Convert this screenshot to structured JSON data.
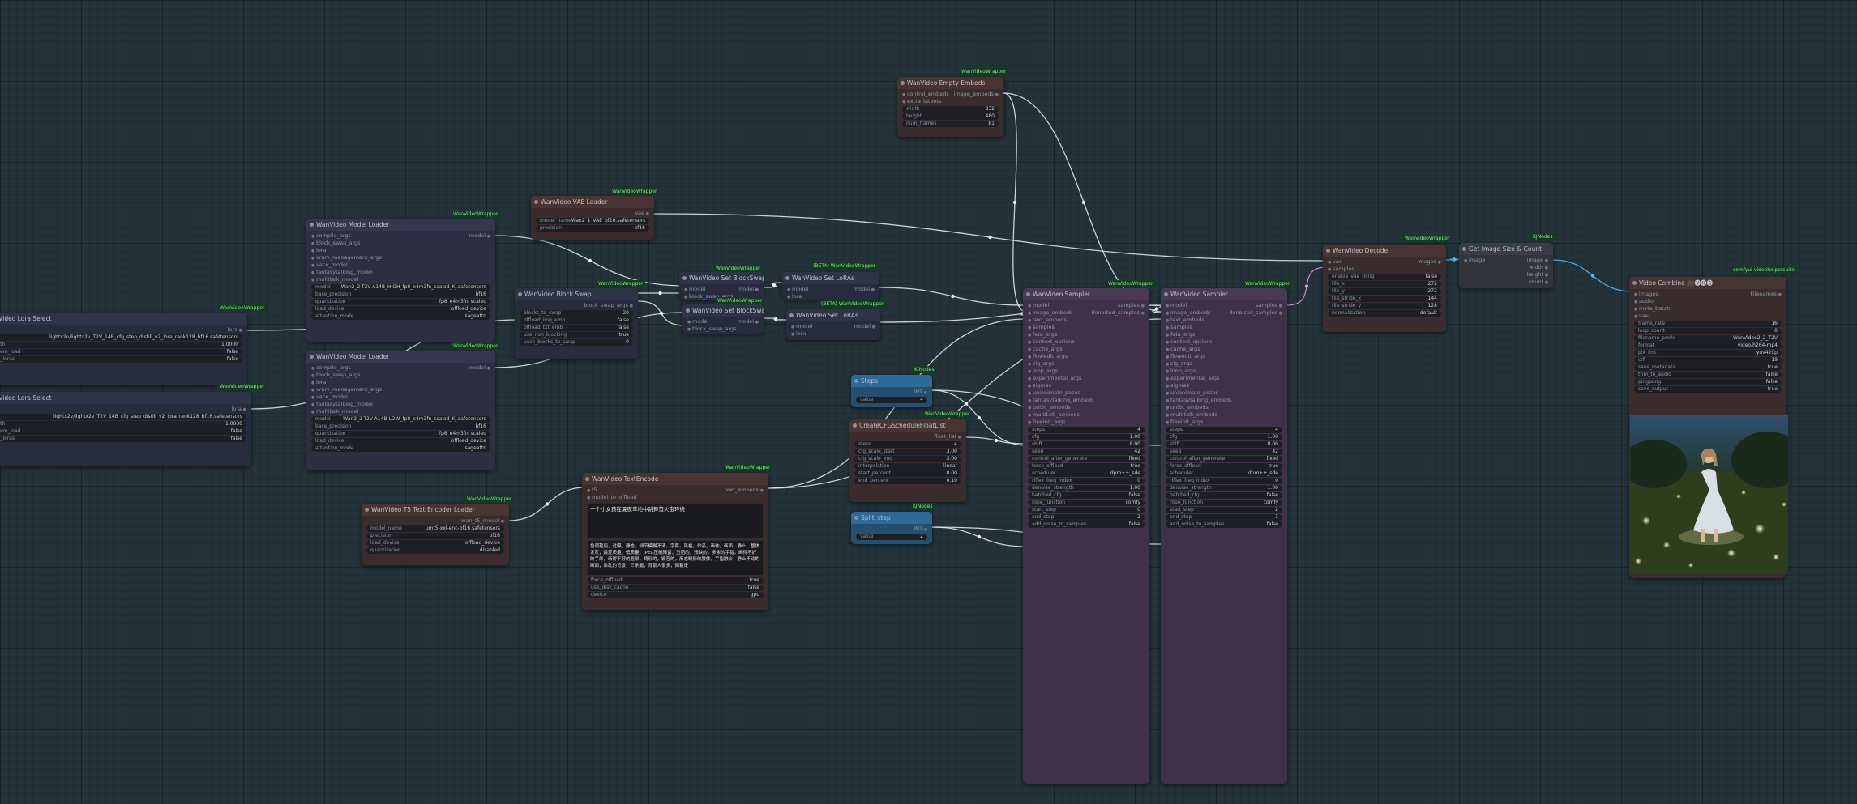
{
  "nodes": [
    {
      "key": "lora_a",
      "title": "WanVideo Lora Select",
      "tag": "WanVideoWrapper",
      "cls": "c-lora",
      "outputs": [
        "lora"
      ],
      "widgets": [
        [
          "lora",
          "lightx2v/lightx2v_T2V_14B_cfg_step_distill_v2_lora_rank128_bf16.safetensors"
        ],
        [
          "strength",
          "1.0000"
        ],
        [
          "low_mem_load",
          "false"
        ],
        [
          "merge_loras",
          "false"
        ]
      ]
    },
    {
      "key": "lora_b",
      "title": "WanVideo Lora Select",
      "tag": "WanVideoWrapper",
      "cls": "c-lora",
      "outputs": [
        "lora"
      ],
      "widgets": [
        [
          "lora",
          "lightx2v/lightx2v_T2V_14B_cfg_step_distill_v2_lora_rank128_bf16.safetensors"
        ],
        [
          "strength",
          "1.0000"
        ],
        [
          "low_mem_load",
          "false"
        ],
        [
          "merge_loras",
          "false"
        ]
      ]
    },
    {
      "key": "model_high",
      "title": "WanVideo Model Loader",
      "tag": "WanVideoWrapper",
      "cls": "c-model",
      "inputs": [
        "compile_args",
        "block_swap_args",
        "lora",
        "vram_management_args",
        "vace_model",
        "fantasytalking_model",
        "multitalk_model"
      ],
      "outputs": [
        "model"
      ],
      "widgets": [
        [
          "model",
          "Wan2_2-T2V-A14B_HIGH_fp8_e4m3fn_scaled_KJ.safetensors"
        ],
        [
          "base_precision",
          "bf16"
        ],
        [
          "quantization",
          "fp8_e4m3fn_scaled"
        ],
        [
          "load_device",
          "offload_device"
        ],
        [
          "attention_mode",
          "sageattn"
        ]
      ]
    },
    {
      "key": "model_low",
      "title": "WanVideo Model Loader",
      "tag": "WanVideoWrapper",
      "cls": "c-model",
      "inputs": [
        "compile_args",
        "block_swap_args",
        "lora",
        "vram_management_args",
        "vace_model",
        "fantasytalking_model",
        "multitalk_model"
      ],
      "outputs": [
        "model"
      ],
      "widgets": [
        [
          "model",
          "Wan2_2-T2V-A14B-LOW_fp8_e4m3fn_scaled_KJ.safetensors"
        ],
        [
          "base_precision",
          "bf16"
        ],
        [
          "quantization",
          "fp8_e4m3fn_scaled"
        ],
        [
          "load_device",
          "offload_device"
        ],
        [
          "attention_mode",
          "sageattn"
        ]
      ]
    },
    {
      "key": "blockswap",
      "title": "WanVideo Block Swap",
      "tag": "WanVideoWrapper",
      "cls": "c-lora",
      "outputs": [
        "block_swap_args"
      ],
      "widgets": [
        [
          "blocks_to_swap",
          "20"
        ],
        [
          "offload_img_emb",
          "false"
        ],
        [
          "offload_txt_emb",
          "false"
        ],
        [
          "use_non_blocking",
          "true"
        ],
        [
          "vace_blocks_to_swap",
          "0"
        ]
      ]
    },
    {
      "key": "setblock1",
      "title": "WanVideo Set BlockSwap",
      "tag": "WanVideoWrapper",
      "cls": "c-lora",
      "inputs": [
        "model",
        "block_swap_args"
      ],
      "outputs": [
        "model"
      ],
      "widgets": []
    },
    {
      "key": "setblock2",
      "title": "WanVideo Set BlockSwap",
      "tag": "WanVideoWrapper",
      "cls": "c-lora",
      "inputs": [
        "model",
        "block_swap_args"
      ],
      "outputs": [
        "model"
      ],
      "widgets": []
    },
    {
      "key": "setlora1",
      "title": "WanVideo Set LoRAs",
      "tag": "(BETA) WanVideoWrapper",
      "cls": "c-lora",
      "inputs": [
        "model",
        "lora"
      ],
      "outputs": [
        "model"
      ],
      "widgets": []
    },
    {
      "key": "setlora2",
      "title": "WanVideo Set LoRAs",
      "tag": "(BETA) WanVideoWrapper",
      "cls": "c-lora",
      "inputs": [
        "model",
        "lora"
      ],
      "outputs": [
        "model"
      ],
      "widgets": []
    },
    {
      "key": "vae_loader",
      "title": "WanVideo VAE Loader",
      "tag": "WanVideoWrapper",
      "cls": "c-red",
      "outputs": [
        "vae"
      ],
      "widgets": [
        [
          "model_name",
          "Wan2_1_VAE_bf16.safetensors"
        ],
        [
          "precision",
          "bf16"
        ]
      ]
    },
    {
      "key": "empty_embeds",
      "title": "WanVideo Empty Embeds",
      "tag": "WanVideoWrapper",
      "cls": "c-red",
      "inputs": [
        "control_embeds",
        "extra_latents"
      ],
      "outputs": [
        "image_embeds"
      ],
      "widgets": [
        [
          "width",
          "832"
        ],
        [
          "height",
          "480"
        ],
        [
          "num_frames",
          "81"
        ]
      ]
    },
    {
      "key": "t5_loader",
      "title": "WanVideo T5 Text Encoder Loader",
      "tag": "WanVideoWrapper",
      "cls": "c-red",
      "outputs": [
        "wan_t5_model"
      ],
      "widgets": [
        [
          "model_name",
          "umt5-xxl-enc-bf16.safetensors"
        ],
        [
          "precision",
          "bf16"
        ],
        [
          "load_device",
          "offload_device"
        ],
        [
          "quantization",
          "disabled"
        ]
      ]
    },
    {
      "key": "text_encode",
      "title": "WanVideo TextEncode",
      "tag": "WanVideoWrapper",
      "cls": "c-red",
      "inputs": [
        "t5",
        "model_to_offload"
      ],
      "outputs": [
        "text_embeds"
      ],
      "positive": "一个小女孩在夏夜草地中跳舞萤火虫环绕",
      "negative": "色调艳丽，过曝，静态，细节模糊不清，字幕，风格，作品，画作，画面，静止，整体发灰，最差质量，低质量，JPEG压缩残留，丑陋的，残缺的，多余的手指，画得不好的手部，画得不好的脸部，畸形的，毁容的，形态畸形的肢体，手指融合，静止不动的画面，杂乱的背景，三条腿，背景人很多，倒着走",
      "widgets": [
        [
          "force_offload",
          "true"
        ],
        [
          "use_disk_cache",
          "false"
        ],
        [
          "device",
          "gpu"
        ]
      ]
    },
    {
      "key": "steps",
      "title": "Steps",
      "tag": "KJNodes",
      "cls": "c-blue",
      "outputs": [
        "INT"
      ],
      "widgets": [
        [
          "value",
          "4"
        ]
      ]
    },
    {
      "key": "cfg_sched",
      "title": "CreateCFGScheduleFloatList",
      "tag": "WanVideoWrapper",
      "cls": "c-red",
      "outputs": [
        "float_list"
      ],
      "widgets": [
        [
          "steps",
          "4"
        ],
        [
          "cfg_scale_start",
          "3.00"
        ],
        [
          "cfg_scale_end",
          "3.00"
        ],
        [
          "interpolation",
          "linear"
        ],
        [
          "start_percent",
          "0.00"
        ],
        [
          "end_percent",
          "0.10"
        ]
      ]
    },
    {
      "key": "split_step",
      "title": "Split_step",
      "tag": "KJNodes",
      "cls": "c-blue",
      "outputs": [
        "INT"
      ],
      "widgets": [
        [
          "value",
          "2"
        ]
      ]
    },
    {
      "key": "sampler1",
      "title": "WanVideo Sampler",
      "tag": "WanVideoWrapper",
      "cls": "c-purple",
      "inputs": [
        "model",
        "image_embeds",
        "text_embeds",
        "samples",
        "feta_args",
        "context_options",
        "cache_args",
        "flowedit_args",
        "slg_args",
        "loop_args",
        "experimental_args",
        "sigmas",
        "unianimate_poses",
        "fantasytalking_embeds",
        "uni3c_embeds",
        "multitalk_embeds",
        "freeinit_args"
      ],
      "outputs": [
        "samples",
        "denoised_samples"
      ],
      "widgets": [
        [
          "steps",
          "4"
        ],
        [
          "cfg",
          "1.00"
        ],
        [
          "shift",
          "8.00"
        ],
        [
          "seed",
          "42"
        ],
        [
          "control_after_generate",
          "fixed"
        ],
        [
          "force_offload",
          "true"
        ],
        [
          "scheduler",
          "dpm++_sde"
        ],
        [
          "riflex_freq_index",
          "0"
        ],
        [
          "denoise_strength",
          "1.00"
        ],
        [
          "batched_cfg",
          "false"
        ],
        [
          "rope_function",
          "comfy"
        ],
        [
          "start_step",
          "0"
        ],
        [
          "end_step",
          "2"
        ],
        [
          "add_noise_to_samples",
          "false"
        ]
      ]
    },
    {
      "key": "sampler2",
      "title": "WanVideo Sampler",
      "tag": "WanVideoWrapper",
      "cls": "c-purple",
      "inputs": [
        "model",
        "image_embeds",
        "text_embeds",
        "samples",
        "feta_args",
        "context_options",
        "cache_args",
        "flowedit_args",
        "slg_args",
        "loop_args",
        "experimental_args",
        "sigmas",
        "unianimate_poses",
        "fantasytalking_embeds",
        "uni3c_embeds",
        "multitalk_embeds",
        "freeinit_args"
      ],
      "outputs": [
        "samples",
        "denoised_samples"
      ],
      "widgets": [
        [
          "steps",
          "4"
        ],
        [
          "cfg",
          "1.00"
        ],
        [
          "shift",
          "8.00"
        ],
        [
          "seed",
          "42"
        ],
        [
          "control_after_generate",
          "fixed"
        ],
        [
          "force_offload",
          "true"
        ],
        [
          "scheduler",
          "dpm++_sde"
        ],
        [
          "riflex_freq_index",
          "0"
        ],
        [
          "denoise_strength",
          "1.00"
        ],
        [
          "batched_cfg",
          "false"
        ],
        [
          "rope_function",
          "comfy"
        ],
        [
          "start_step",
          "2"
        ],
        [
          "end_step",
          "-1"
        ],
        [
          "add_noise_to_samples",
          "false"
        ]
      ]
    },
    {
      "key": "decode",
      "title": "WanVideo Decode",
      "tag": "WanVideoWrapper",
      "cls": "c-red",
      "inputs": [
        "vae",
        "samples"
      ],
      "outputs": [
        "images"
      ],
      "widgets": [
        [
          "enable_vae_tiling",
          "false"
        ],
        [
          "tile_x",
          "272"
        ],
        [
          "tile_y",
          "272"
        ],
        [
          "tile_stride_x",
          "144"
        ],
        [
          "tile_stride_y",
          "128"
        ],
        [
          "normalization",
          "default"
        ]
      ]
    },
    {
      "key": "size",
      "title": "Get Image Size & Count",
      "tag": "KJNodes",
      "cls": "c-gray",
      "inputs": [
        "image"
      ],
      "outputs": [
        "image",
        "width",
        "height",
        "count"
      ],
      "widgets": []
    },
    {
      "key": "combine",
      "title": "Video Combine 🎥🅥🅗🅢",
      "tag": "comfyui-videohelpersuite",
      "cls": "c-red",
      "inputs": [
        "images",
        "audio",
        "meta_batch",
        "vae"
      ],
      "outputs": [
        "Filenames"
      ],
      "widgets": [
        [
          "frame_rate",
          "16"
        ],
        [
          "loop_count",
          "0"
        ],
        [
          "filename_prefix",
          "WanVideo2_2_T2V"
        ],
        [
          "format",
          "video/h264-mp4"
        ],
        [
          "pix_fmt",
          "yuv420p"
        ],
        [
          "crf",
          "19"
        ],
        [
          "save_metadata",
          "true"
        ],
        [
          "trim_to_audio",
          "false"
        ],
        [
          "pingpong",
          "false"
        ],
        [
          "save_output",
          "true"
        ]
      ]
    }
  ]
}
